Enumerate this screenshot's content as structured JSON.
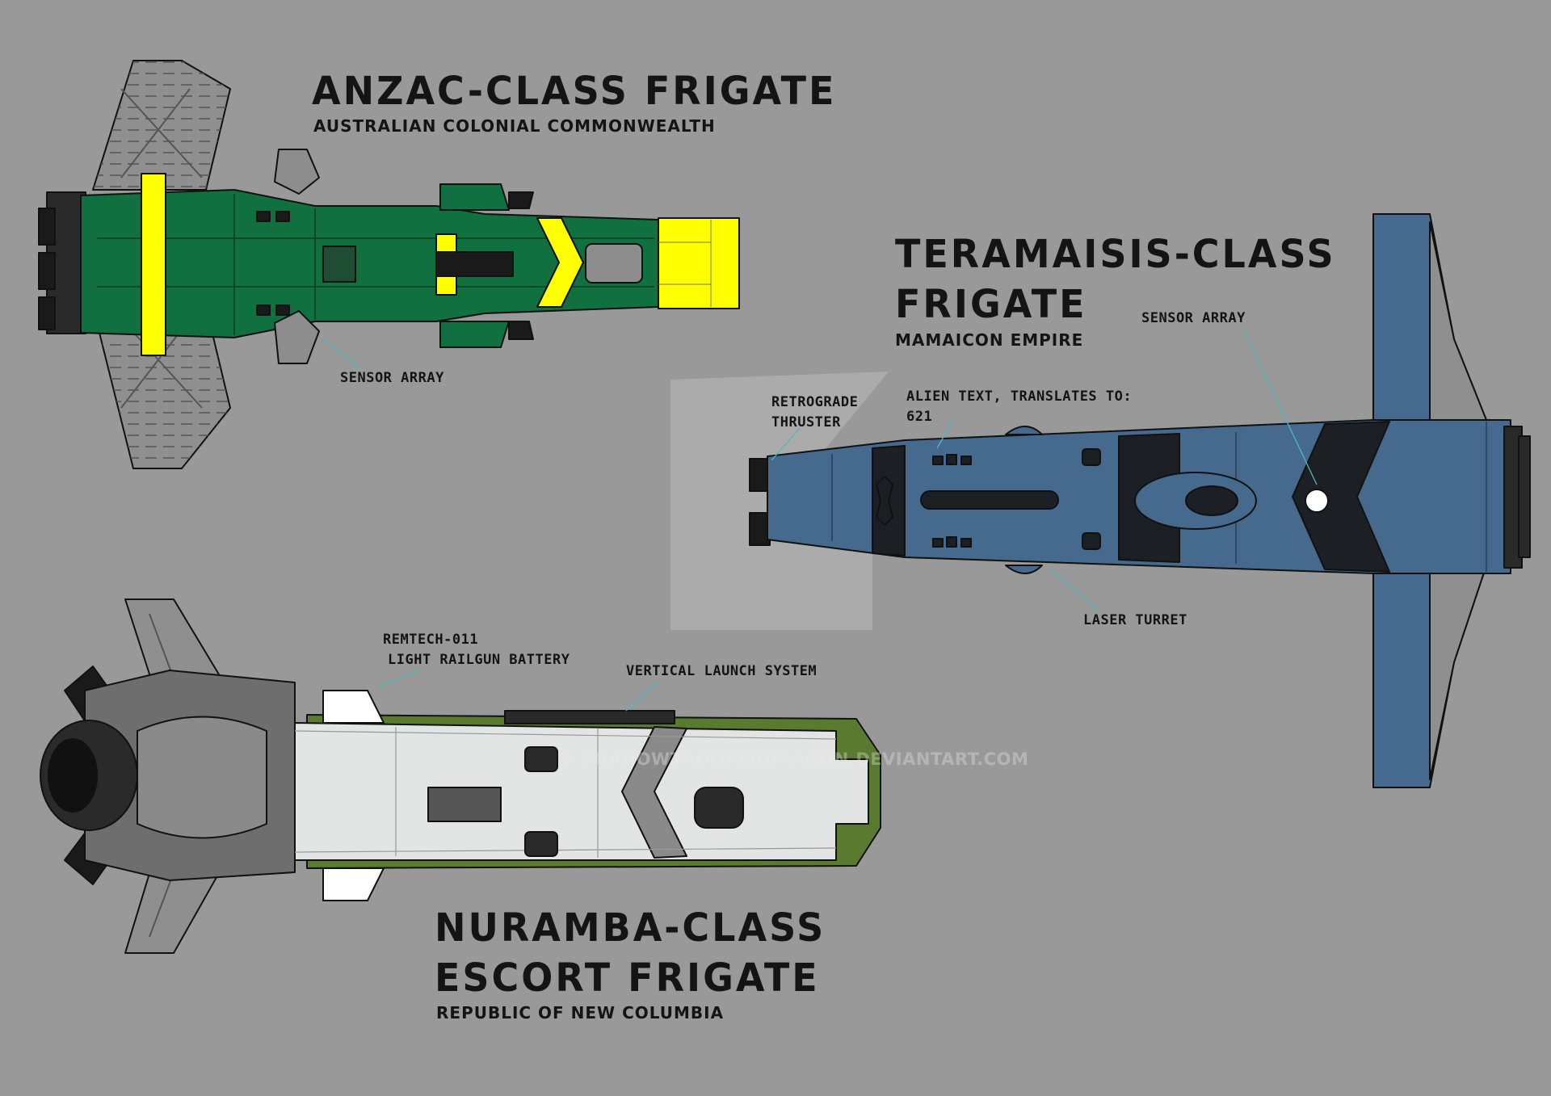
{
  "colors": {
    "background": "#999999",
    "anzac_hull": "#107040",
    "anzac_stripe": "#ffff00",
    "teramaisis_hull": "#456a8e",
    "teramaisis_dark": "#1c2024",
    "nuramba_hull": "#e2e5e3",
    "nuramba_trim": "#5a7a30",
    "wing_grey": "#8d8d8d",
    "leader_line": "#4fb8c4"
  },
  "ships": {
    "anzac": {
      "title": "ANZAC-CLASS FRIGATE",
      "faction": "AUSTRALIAN COLONIAL COMMONWEALTH",
      "callouts": {
        "sensor": "SENSOR ARRAY"
      }
    },
    "teramaisis": {
      "title_line1": "TERAMAISIS-CLASS",
      "title_line2": "FRIGATE",
      "faction": "MAMAICON EMPIRE",
      "callouts": {
        "sensor": "SENSOR ARRAY",
        "retro_line1": "RETROGRADE",
        "retro_line2": "THRUSTER",
        "alien_line1": "ALIEN TEXT, TRANSLATES TO:",
        "alien_line2": "621",
        "laser": "LASER TURRET"
      }
    },
    "nuramba": {
      "title_line1": "NURAMBA-CLASS",
      "title_line2": "ESCORT FRIGATE",
      "faction": "REPUBLIC OF NEW COLUMBIA",
      "callouts": {
        "railgun_line1": "REMTECH-011",
        "railgun_line2": "LIGHT RAILGUN BATTERY",
        "vls": "VERTICAL LAUNCH SYSTEM"
      }
    }
  },
  "watermark": "© SHADOWTROOPERDRAGON.DEVIANTART.COM"
}
